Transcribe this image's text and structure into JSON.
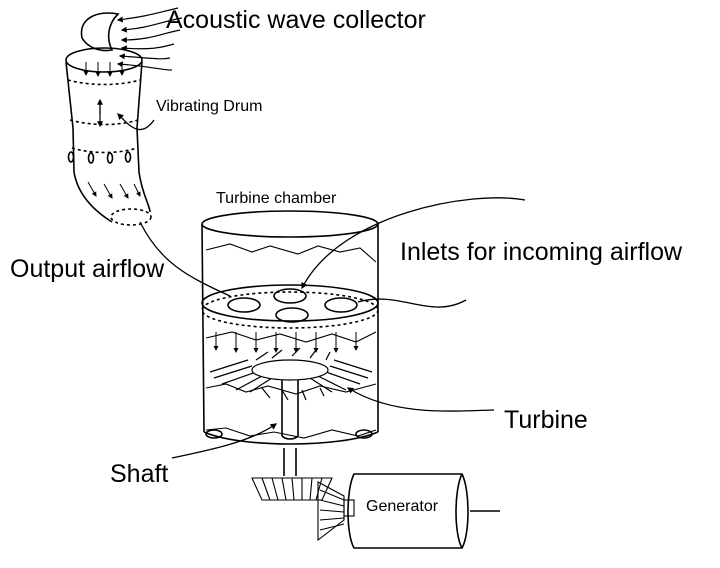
{
  "labels": {
    "acoustic_wave_collector": "Acoustic wave collector",
    "vibrating_drum": "Vibrating Drum",
    "turbine_chamber": "Turbine chamber",
    "inlets": "Inlets for incoming airflow",
    "output_airflow": "Output airflow",
    "turbine": "Turbine",
    "shaft": "Shaft",
    "generator": "Generator"
  },
  "colors": {
    "ink": "#000000",
    "background": "#ffffff"
  }
}
